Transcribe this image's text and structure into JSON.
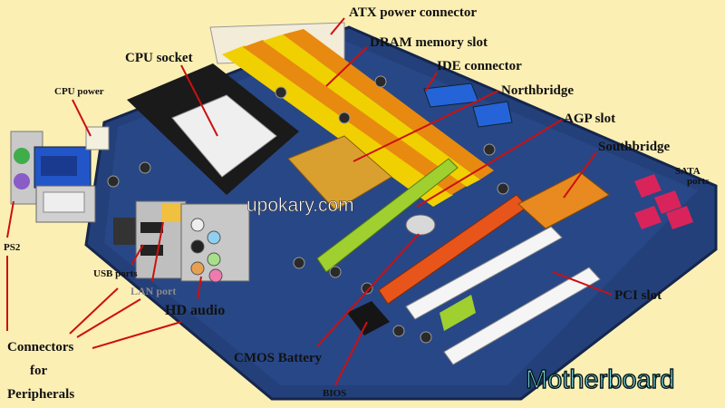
{
  "labels": {
    "atx": "ATX power connector",
    "dram": "DRAM memory slot",
    "ide": "IDE connector",
    "cpu_socket": "CPU socket",
    "cpu_power": "CPU power",
    "northbridge": "Northbridge",
    "agp": "AGP slot",
    "southbridge": "Southbridge",
    "sata_line1": "SATA",
    "sata_line2": "ports",
    "ps2": "PS2",
    "usb": "USB ports",
    "lan": "LAN port",
    "hd_audio": "HD audio",
    "connectors_line1": "Connectors",
    "connectors_line2": "for",
    "connectors_line3": "Peripherals",
    "cmos": "CMOS Battery",
    "bios": "BIOS",
    "pci": "PCI slot"
  },
  "title": "Motherboard",
  "watermark": "upokary.com",
  "colors": {
    "background": "#fcefb4",
    "board": "#24407a",
    "leader": "#cc1010",
    "title": "#7fe8f5"
  }
}
